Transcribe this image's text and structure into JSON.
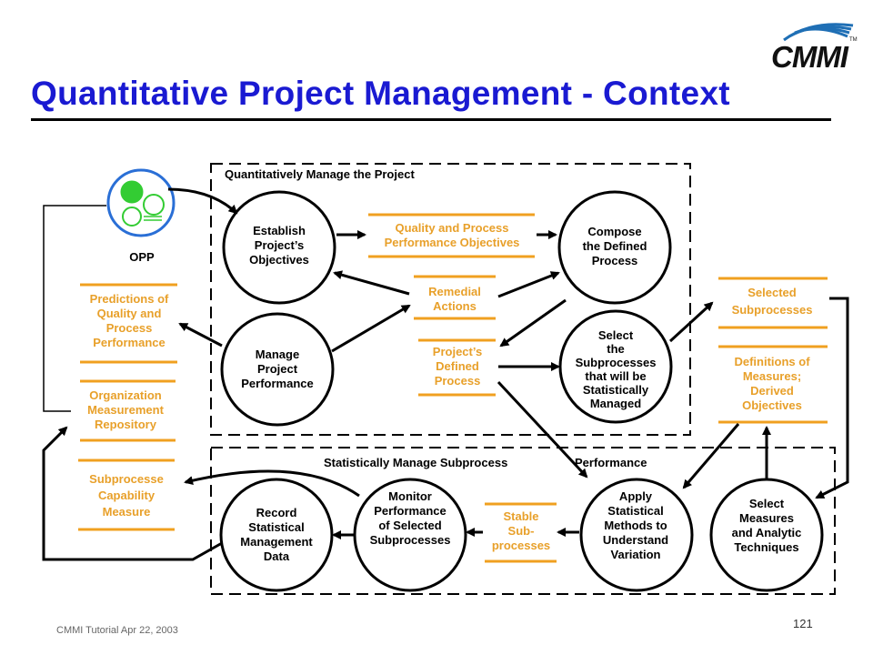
{
  "header": {
    "title": "Quantitative Project Management - Context"
  },
  "logo": {
    "text": "CMMI",
    "mark": "TM"
  },
  "footer": {
    "text": "CMMI Tutorial Apr 22, 2003",
    "page": "121"
  },
  "sections": {
    "top": "Quantitatively Manage the Project",
    "bottom_left": "Statistically Manage Subprocess",
    "bottom_right": "Performance"
  },
  "opp": {
    "label": "OPP",
    "icon": "overlapping-circles-icon"
  },
  "nodes": {
    "establish": "Establish\nProject’s\nObjectives",
    "manage": "Manage\nProject\nPerformance",
    "compose": "Compose\nthe Defined\nProcess",
    "select_sub": "Select\nthe\nSubprocesses\nthat will be\nStatistically\nManaged",
    "record": "Record\nStatistical\nManagement\nData",
    "monitor": "Monitor\nPerformance\nof Selected\nSubprocesses",
    "apply": "Apply\nStatistical\nMethods to\nUnderstand\nVariation",
    "select_meas": "Select\nMeasures\nand Analytic\nTechniques"
  },
  "stores": {
    "quality": "Quality and Process\nPerformance Objectives",
    "remedial": "Remedial\nActions",
    "defined": "Project’s\nDefined\nProcess",
    "predictions": "Predictions of\nQuality and\nProcess\nPerformance",
    "omr": "Organization\nMeasurement\nRepository",
    "capability": "Subprocesse\nCapability\nMeasure",
    "selected": "Selected\nSubprocesses",
    "definitions": "Definitions of\nMeasures;\nDerived\nObjectives",
    "stable": "Stable\nSub-\nprocesses"
  },
  "colors": {
    "title": "#1a1ad2",
    "store_text": "#e8a02a",
    "store_line": "#f0a020",
    "opp_green": "#33cc33",
    "opp_ring": "#2a6fd6"
  }
}
